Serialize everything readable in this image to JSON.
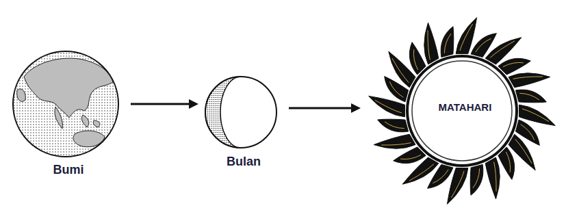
{
  "diagram": {
    "nodes": [
      {
        "text": [
          "Bumi"
        ]
      },
      {
        "text": [
          "Bulan"
        ]
      },
      {
        "text": [
          "MATAHARI"
        ]
      }
    ],
    "edges": [
      {
        "from": 0,
        "to": 1,
        "arrow": "to"
      },
      {
        "from": 1,
        "to": 2,
        "arrow": "to"
      }
    ]
  }
}
